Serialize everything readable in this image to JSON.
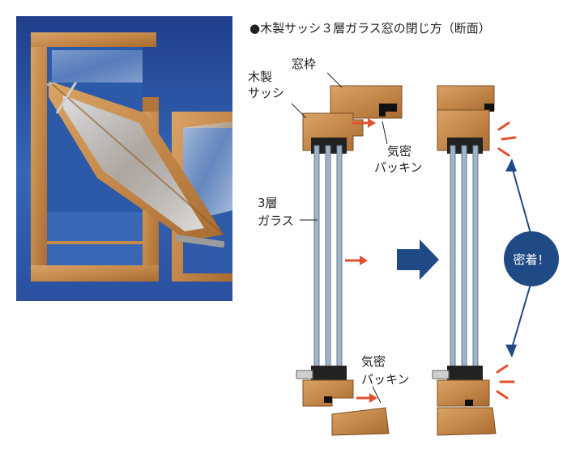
{
  "title": "●木製サッシ３層ガラス窓の閉じ方（断面）",
  "labels": {
    "window_frame": "窓枠",
    "wooden_sash_line1": "木製",
    "wooden_sash_line2": "サッシ",
    "gasket_top_line1": "気密",
    "gasket_top_line2": "パッキン",
    "triple_glass_line1": "3層",
    "triple_glass_line2": "ガラス",
    "gasket_bottom_line1": "気密",
    "gasket_bottom_line2": "パッキン",
    "sealed_badge": "密着！"
  },
  "colors": {
    "photo_sky": "#2c55a6",
    "wood": "#c98d4e",
    "wood_dark": "#9a6330",
    "glass": "#8fa3b6",
    "arrow_red": "#e2512f",
    "navy": "#1f4a86",
    "gasket": "#111111"
  },
  "icons": {
    "big_arrow": "right-arrow-icon",
    "push_arrow": "small-red-arrow-icon",
    "impact_marks": "impact-lines-icon"
  }
}
